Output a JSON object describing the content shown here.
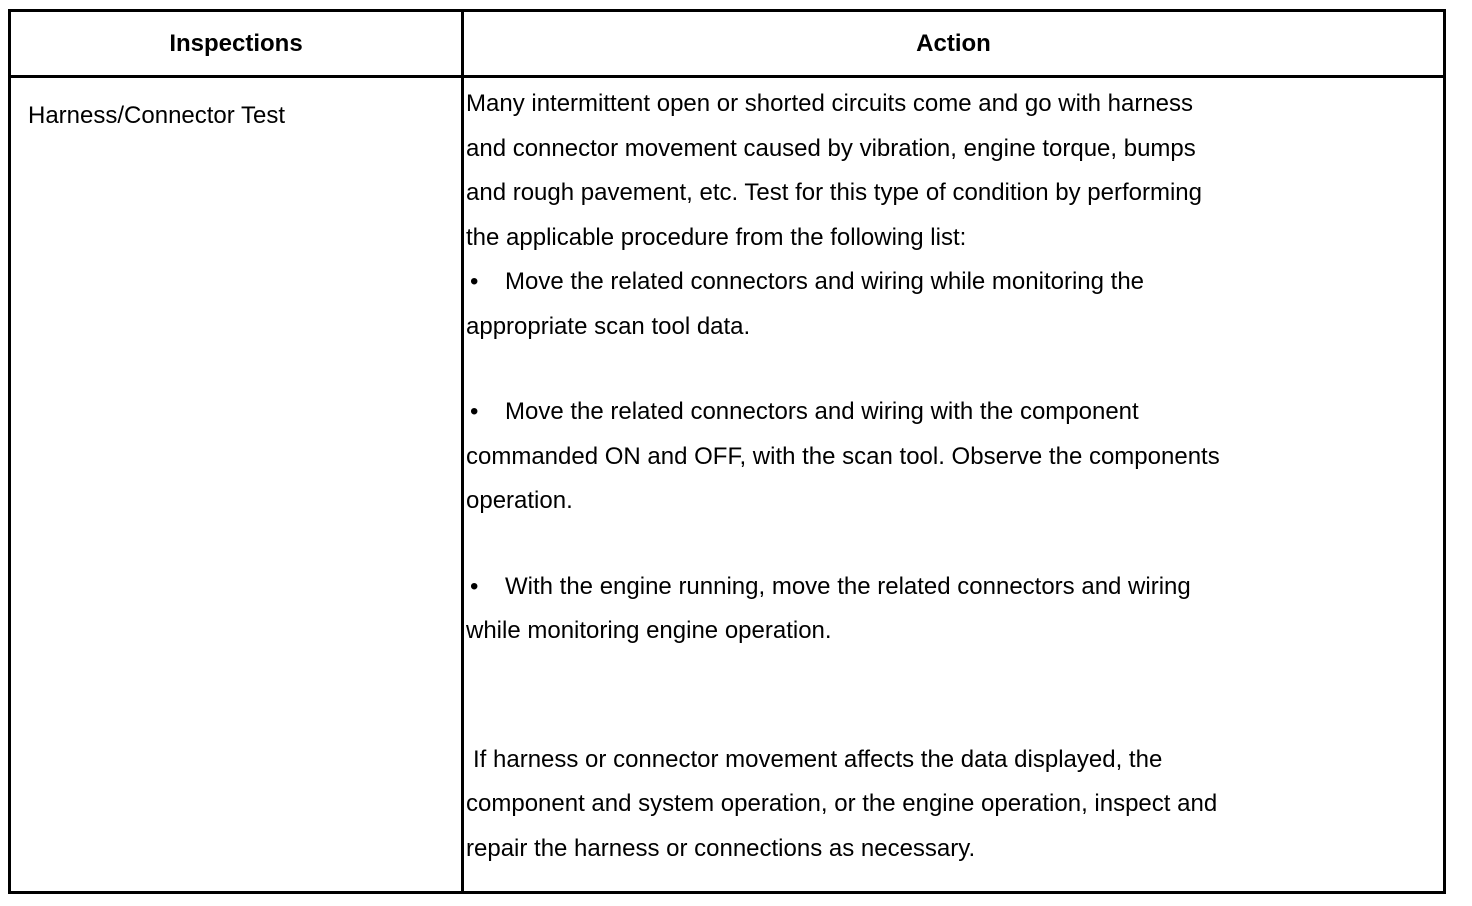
{
  "table": {
    "headers": {
      "inspections": "Inspections",
      "action": "Action"
    },
    "row": {
      "inspection": "Harness/Connector Test",
      "action": {
        "intro_lines": [
          "Many intermittent open or shorted circuits come and go with harness",
          "and connector movement caused by vibration, engine torque, bumps",
          "and rough pavement, etc. Test for this type of condition by performing",
          "the applicable procedure from the following list:"
        ],
        "bullet_marker": "•",
        "bullets": [
          {
            "first": "Move the related connectors and wiring while monitoring the",
            "rest": [
              "appropriate scan tool data."
            ]
          },
          {
            "first": "Move the related connectors and wiring with the component",
            "rest": [
              "commanded ON and OFF, with the scan tool. Observe the components",
              "operation."
            ]
          },
          {
            "first": "With the engine running, move the related connectors and wiring",
            "rest": [
              "while monitoring engine operation."
            ]
          }
        ],
        "closing_lines": [
          "If harness or connector movement affects the data displayed, the",
          "component and system operation, or the engine operation, inspect and",
          "repair the harness or connections as necessary."
        ]
      }
    }
  }
}
